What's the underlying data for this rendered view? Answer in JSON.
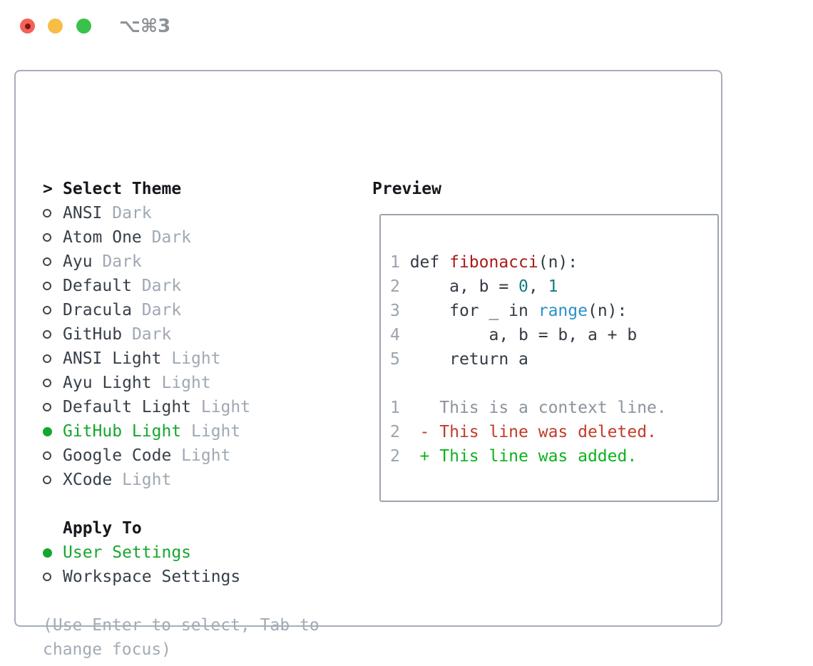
{
  "window": {
    "title": "⌥⌘3"
  },
  "panel": {
    "header_marker": ">",
    "header": "Select Theme",
    "themes": [
      {
        "name": "ANSI",
        "variant": "Dark",
        "selected": false
      },
      {
        "name": "Atom One",
        "variant": "Dark",
        "selected": false
      },
      {
        "name": "Ayu",
        "variant": "Dark",
        "selected": false
      },
      {
        "name": "Default",
        "variant": "Dark",
        "selected": false
      },
      {
        "name": "Dracula",
        "variant": "Dark",
        "selected": false
      },
      {
        "name": "GitHub",
        "variant": "Dark",
        "selected": false
      },
      {
        "name": "ANSI Light",
        "variant": "Light",
        "selected": false
      },
      {
        "name": "Ayu Light",
        "variant": "Light",
        "selected": false
      },
      {
        "name": "Default Light",
        "variant": "Light",
        "selected": false
      },
      {
        "name": "GitHub Light",
        "variant": "Light",
        "selected": true
      },
      {
        "name": "Google Code",
        "variant": "Light",
        "selected": false
      },
      {
        "name": "XCode",
        "variant": "Light",
        "selected": false
      }
    ],
    "apply_to": {
      "header": "Apply To",
      "options": [
        {
          "label": "User Settings",
          "selected": true
        },
        {
          "label": "Workspace Settings",
          "selected": false
        }
      ]
    },
    "hint_lines": [
      "(Use Enter to select, Tab to",
      "change focus)"
    ]
  },
  "preview": {
    "title": "Preview",
    "code_lines": [
      {
        "num": "1",
        "tokens": [
          {
            "t": "def ",
            "c": "plain"
          },
          {
            "t": "fibonacci",
            "c": "fn"
          },
          {
            "t": "(n):",
            "c": "plain"
          }
        ]
      },
      {
        "num": "2",
        "tokens": [
          {
            "t": "    a, b = ",
            "c": "plain"
          },
          {
            "t": "0",
            "c": "num"
          },
          {
            "t": ", ",
            "c": "plain"
          },
          {
            "t": "1",
            "c": "num"
          }
        ]
      },
      {
        "num": "3",
        "tokens": [
          {
            "t": "    for _ in ",
            "c": "plain"
          },
          {
            "t": "range",
            "c": "blue"
          },
          {
            "t": "(n):",
            "c": "plain"
          }
        ]
      },
      {
        "num": "4",
        "tokens": [
          {
            "t": "        a, b = b, a + b",
            "c": "plain"
          }
        ]
      },
      {
        "num": "5",
        "tokens": [
          {
            "t": "    return a",
            "c": "plain"
          }
        ]
      },
      {
        "num": "",
        "tokens": []
      },
      {
        "num": "1",
        "tokens": [
          {
            "t": "   This is a context line.",
            "c": "ctx"
          }
        ]
      },
      {
        "num": "2",
        "tokens": [
          {
            "t": " - This line was deleted.",
            "c": "del"
          }
        ]
      },
      {
        "num": "2",
        "tokens": [
          {
            "t": " + This line was added.",
            "c": "add"
          }
        ]
      }
    ]
  },
  "colors": {
    "accent_green": "#16a62e",
    "added_green": "#0db31e",
    "deleted_red": "#c23b28",
    "function_red": "#a81c17",
    "number_teal": "#147d80",
    "builtin_blue": "#2b8fc9",
    "text_dark": "#15181c",
    "text_plain": "#333b45",
    "muted_gray": "#9fa8b3",
    "border_gray": "#a7aeb8",
    "traffic_red": "#f2625a",
    "traffic_yellow": "#f7bd45",
    "traffic_green": "#38c24c"
  }
}
